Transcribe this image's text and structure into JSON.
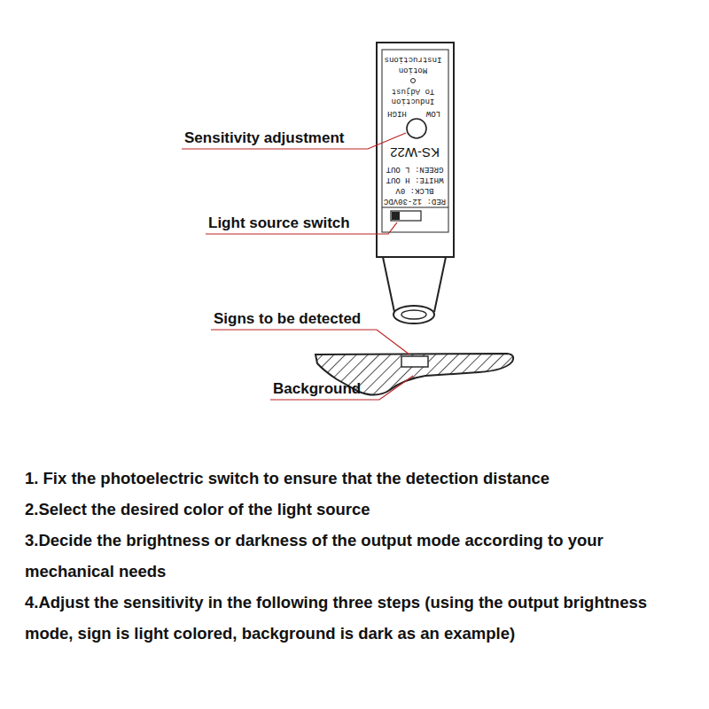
{
  "diagram": {
    "labels": [
      "Instructions",
      "Motion",
      "To Adjust",
      "Induction",
      "HIGH",
      "LOW",
      "KS-W22",
      "GREEN: L OUT",
      "WHITE: H OUT",
      "BLCK: 0V",
      "RED: 12-30VDC",
      "Sensitivity adjustment",
      "Light source switch",
      "Signs to be detected",
      "Background",
      "1. Fix the photoelectric switch to ensure that the detection distance",
      "2.Select the desired color of the light source",
      "3.Decide the brightness or darkness of the output mode according to your mechanical needs",
      "4.Adjust the sensitivity in the following three steps (using the output brightness mode, sign is light colored, background is dark as an example)"
    ]
  }
}
